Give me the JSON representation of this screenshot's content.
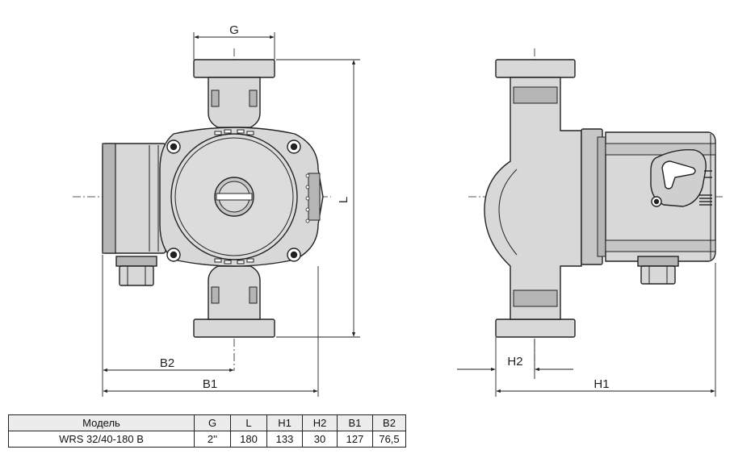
{
  "dimensions": {
    "g": "G",
    "l": "L",
    "b1": "B1",
    "b2": "B2",
    "h1": "H1",
    "h2": "H2"
  },
  "table": {
    "headers": [
      "Модель",
      "G",
      "L",
      "H1",
      "H2",
      "B1",
      "B2"
    ],
    "rows": [
      [
        "WRS 32/40-180 B",
        "2''",
        "180",
        "133",
        "30",
        "127",
        "76,5"
      ]
    ]
  },
  "colors": {
    "line": "#222222",
    "body_fill": "#d8d8d8",
    "dark_fill": "#b5b5b5",
    "header_bg": "#ececec"
  }
}
